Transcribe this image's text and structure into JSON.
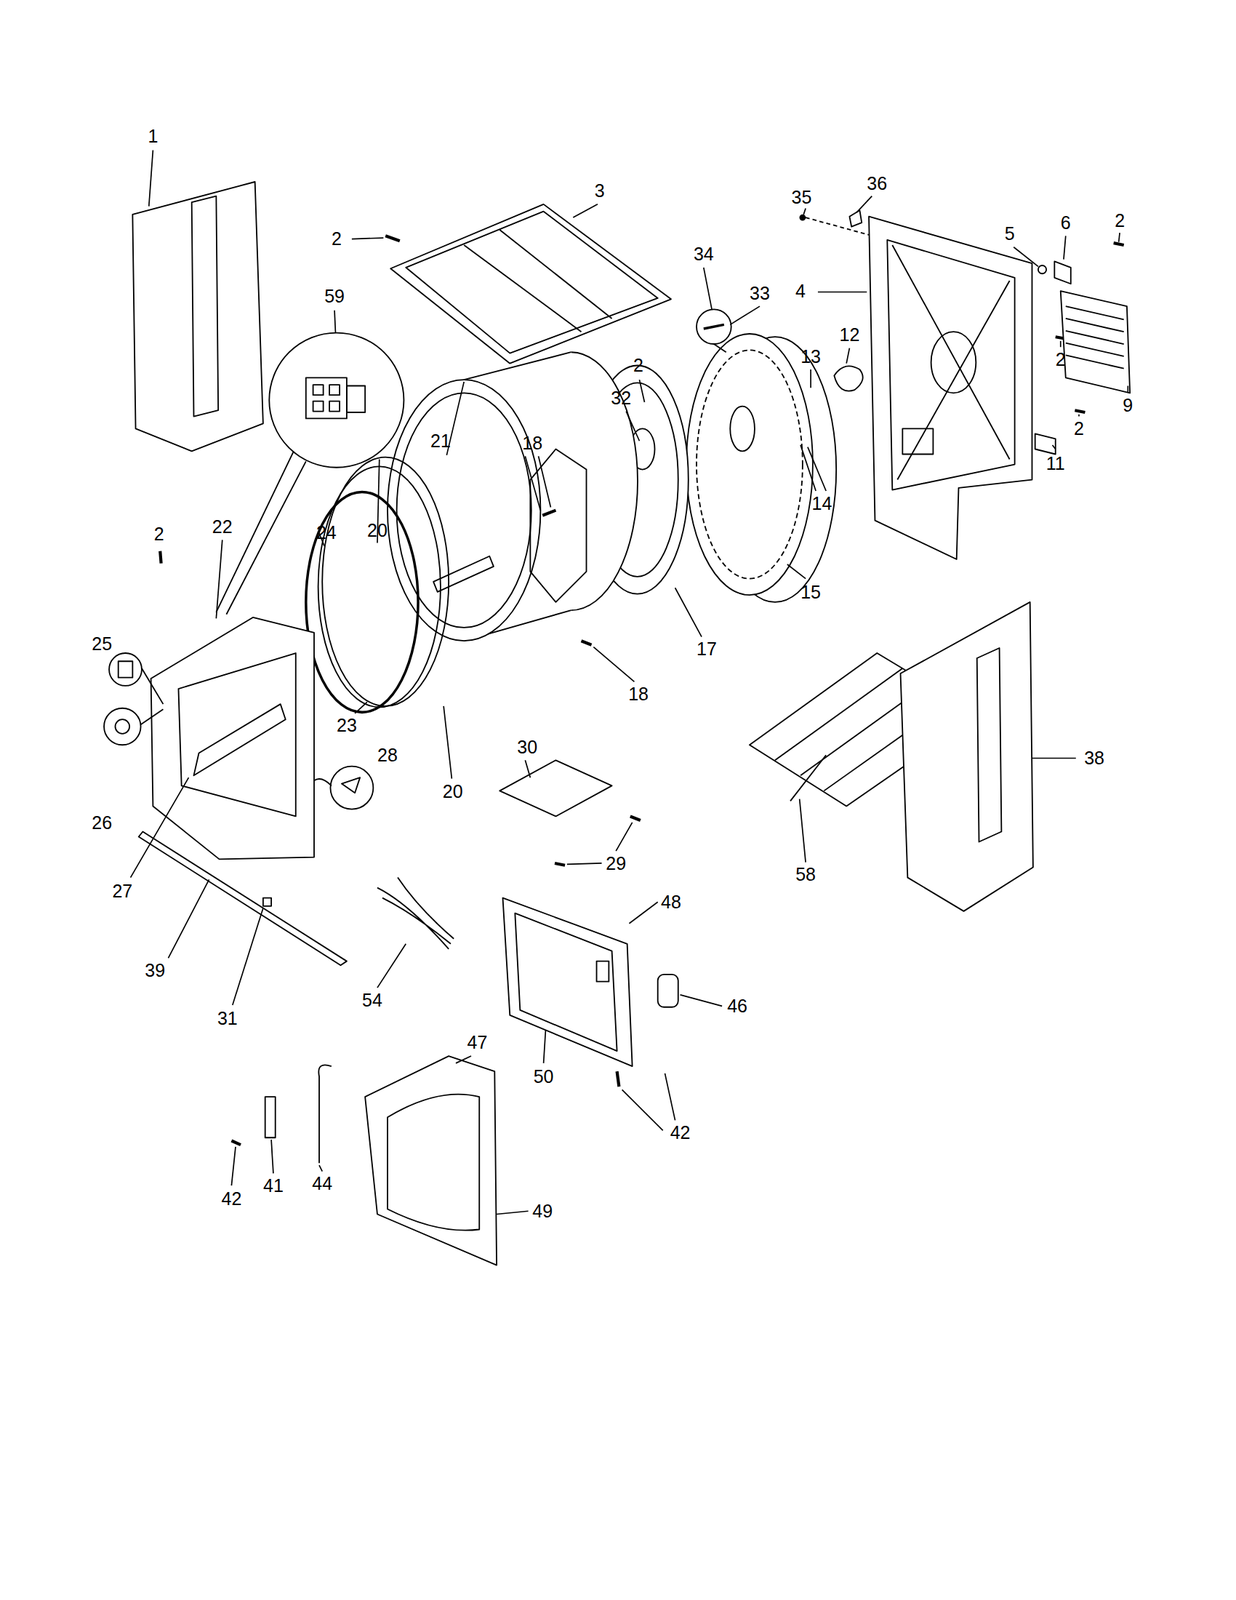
{
  "diagram": {
    "labels": [
      "1",
      "3",
      "35",
      "36",
      "2",
      "5",
      "6",
      "2",
      "34",
      "33",
      "4",
      "59",
      "12",
      "13",
      "2",
      "2",
      "32",
      "2",
      "11",
      "9",
      "21",
      "18",
      "20",
      "24",
      "2",
      "22",
      "14",
      "15",
      "25",
      "17",
      "23",
      "18",
      "30",
      "28",
      "38",
      "26",
      "20",
      "29",
      "27",
      "58",
      "48",
      "46",
      "39",
      "54",
      "50",
      "31",
      "47",
      "42",
      "42",
      "41",
      "44",
      "49"
    ]
  }
}
